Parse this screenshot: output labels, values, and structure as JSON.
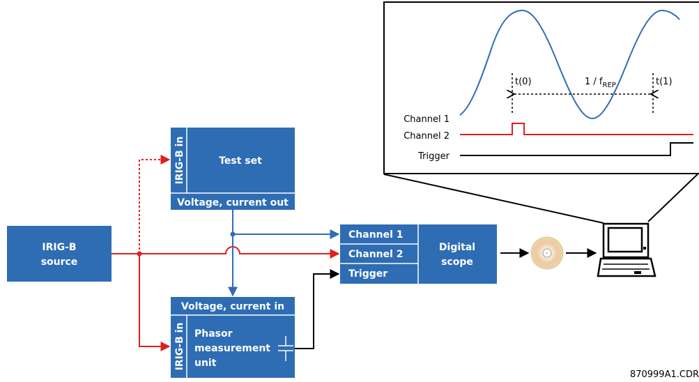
{
  "irig_source": {
    "line1": "IRIG-B",
    "line2": "source"
  },
  "test_set": {
    "irig_label": "IRIG-B in",
    "title": "Test set",
    "output": "Voltage, current out"
  },
  "pmu": {
    "input": "Voltage, current in",
    "irig_label": "IRIG-B in",
    "line1": "Phasor",
    "line2": "measurement",
    "line3": "unit"
  },
  "scope": {
    "ch1": "Channel 1",
    "ch2": "Channel 2",
    "trigger": "Trigger",
    "line1": "Digital",
    "line2": "scope"
  },
  "inset": {
    "ch1": "Channel 1",
    "ch2": "Channel 2",
    "trigger": "Trigger",
    "t0": "t(0)",
    "t1": "t(1)",
    "period_prefix": "1 / f",
    "period_sub": "REP"
  },
  "figure_id": "870999A1.CDR",
  "colors": {
    "box": "#2e6db4",
    "red": "#e11e1e",
    "black": "#000000"
  },
  "icons": [
    "cd-disc-icon",
    "laptop-icon"
  ]
}
